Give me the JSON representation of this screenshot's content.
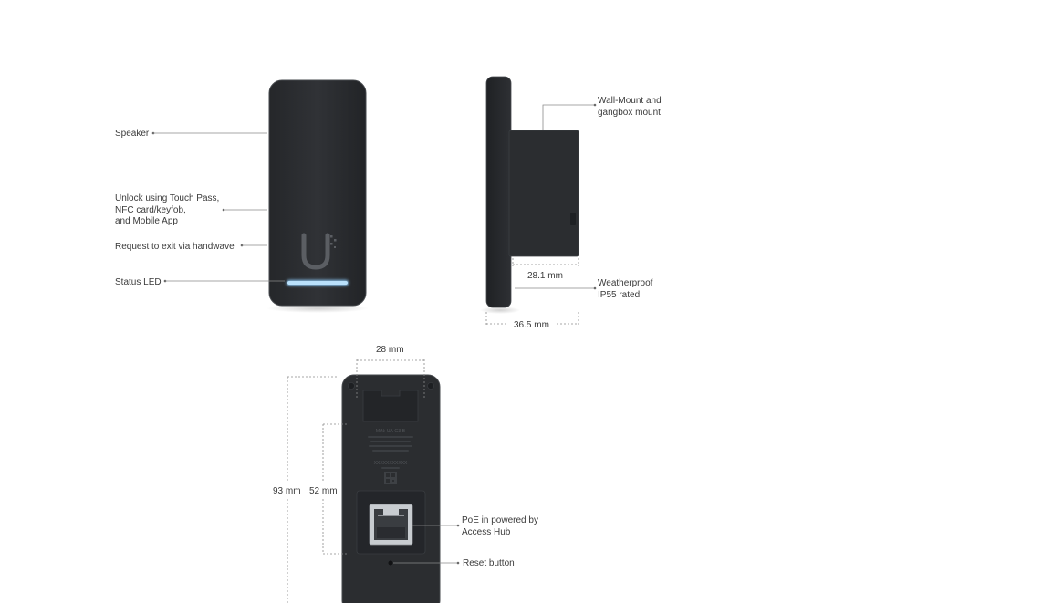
{
  "front_callouts": {
    "speaker": "Speaker",
    "unlock_line1": "Unlock using Touch Pass,",
    "unlock_line2": "NFC card/keyfob,",
    "unlock_line3": "and Mobile App",
    "request_exit": "Request to exit via handwave",
    "status_led": "Status LED"
  },
  "side_callouts": {
    "wall_mount_line1": "Wall-Mount and",
    "wall_mount_line2": "gangbox mount",
    "weatherproof_line1": "Weatherproof",
    "weatherproof_line2": "IP55 rated",
    "depth_inner": "28.1 mm",
    "depth_total": "36.5 mm"
  },
  "back_callouts": {
    "width": "28 mm",
    "height_total": "93 mm",
    "height_inner": "52 mm",
    "poe_line1": "PoE in powered by",
    "poe_line2": "Access Hub",
    "reset": "Reset button",
    "model_label": "M/N: UA-G3-B",
    "serial_label": "XXXXXXXXXXX"
  },
  "colors": {
    "device_body": "#2b2d30",
    "device_edge": "#46494d",
    "led": "#8cc8f5",
    "leader_line": "#8a8a8a"
  }
}
